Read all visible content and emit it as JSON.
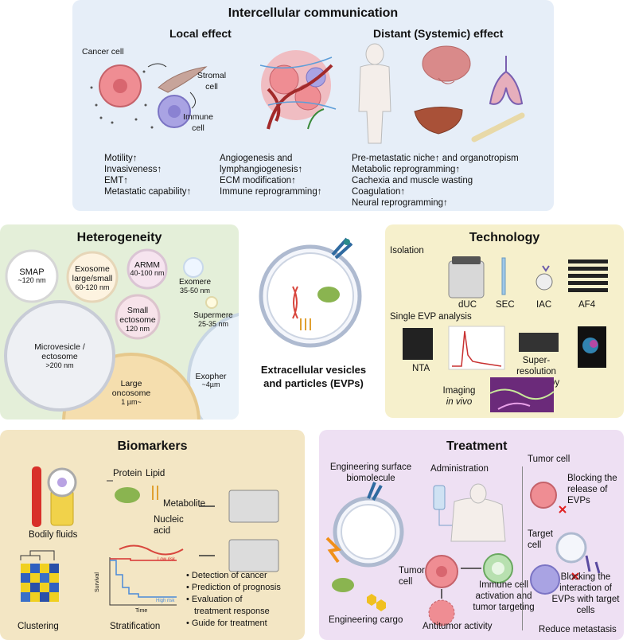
{
  "intercellular": {
    "title": "Intercellular communication",
    "local_title": "Local effect",
    "distant_title": "Distant (Systemic) effect",
    "cancer_cell": "Cancer cell",
    "stromal_cell": "Stromal cell",
    "immune_cell": "Immune cell",
    "effects_col1": [
      "Motility↑",
      "Invasiveness↑",
      "EMT↑",
      "Metastatic capability↑"
    ],
    "effects_col2": [
      "Angiogenesis and",
      "lymphangiogenesis↑",
      "ECM modification↑",
      "Immune reprogramming↑"
    ],
    "effects_col3": [
      "Pre-metastatic niche↑  and organotropism",
      "Metabolic reprogramming↑",
      "Cachexia and muscle wasting",
      "Coagulation↑",
      "Neural reprogramming↑"
    ]
  },
  "heterogeneity": {
    "title": "Heterogeneity",
    "smap": {
      "name": "SMAP",
      "size": "~120 nm"
    },
    "exosome": {
      "name": "Exosome large/small",
      "size": "60-120 nm"
    },
    "armm": {
      "name": "ARMM",
      "size": "40-100 nm"
    },
    "exomere": {
      "name": "Exomere",
      "size": "35-50 nm"
    },
    "small_ectosome": {
      "name": "Small ectosome",
      "size": "120 nm"
    },
    "supermere": {
      "name": "Supermere",
      "size": "25-35 nm"
    },
    "microvesicle": {
      "name": "Microvesicle / ectosome",
      "size": ">200 nm"
    },
    "large_oncosome": {
      "name": "Large oncosome",
      "size": "1 µm~"
    },
    "exopher": {
      "name": "Exopher",
      "size": "~4µm"
    }
  },
  "center": {
    "label_line1": "Extracellular vesicles",
    "label_line2": "and particles (EVPs)"
  },
  "technology": {
    "title": "Technology",
    "isolation": "Isolation",
    "isolation_methods": [
      "dUC",
      "SEC",
      "IAC",
      "AF4"
    ],
    "single_evp": "Single EVP analysis",
    "nta": "NTA",
    "super_res": "Super-resolution microscopy",
    "imaging": "Imaging",
    "in_vivo": "in vivo"
  },
  "biomarkers": {
    "title": "Biomarkers",
    "protein": "Protein",
    "lipid": "Lipid",
    "metabolite": "Metabolite",
    "nucleic": "Nucleic acid",
    "bodily_fluids": "Bodily fluids",
    "clustering": "Clustering",
    "stratification": "Stratification",
    "km_low": "Low risk",
    "km_high": "High risk",
    "km_xlabel": "Time",
    "km_ylabel": "Survival",
    "bullets": [
      "Detection of cancer",
      "Prediction of prognosis",
      "Evaluation of",
      "treatment response",
      "Guide for treatment"
    ]
  },
  "treatment": {
    "title": "Treatment",
    "eng_surface": "Engineering surface biomolecule",
    "administration": "Administration",
    "tumor_cell": "Tumor cell",
    "immune_activation": "Immune cell activation and tumor targeting",
    "eng_cargo": "Engineering cargo",
    "antitumor": "Antitumor activity",
    "tumor_cell_right": "Tumor cell",
    "block_release": "Blocking the release of EVPs",
    "target_cell": "Target cell",
    "block_interaction": "Blocking the interaction of EVPs with target cells",
    "reduce_metastasis": "Reduce metastasis"
  },
  "colors": {
    "top_bg": "#e6eef8",
    "het_bg": "#e4efd9",
    "tech_bg": "#f6f0cc",
    "bio_bg": "#f3e6c4",
    "treat_bg": "#eee0f3",
    "cancer": "#ef8d93",
    "immune": "#a9a3e3"
  }
}
